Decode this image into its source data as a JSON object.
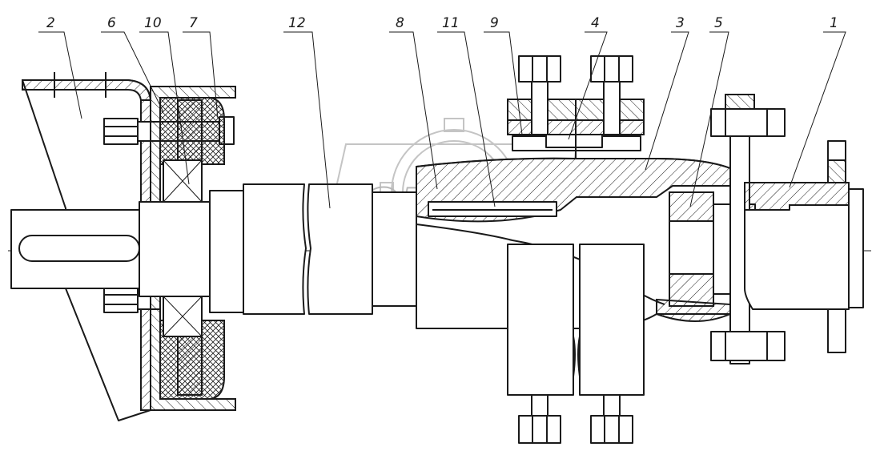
{
  "callouts": [
    {
      "id": "c2",
      "text": "2"
    },
    {
      "id": "c6",
      "text": "6"
    },
    {
      "id": "c10",
      "text": "10"
    },
    {
      "id": "c7",
      "text": "7"
    },
    {
      "id": "c12",
      "text": "12"
    },
    {
      "id": "c8",
      "text": "8"
    },
    {
      "id": "c11",
      "text": "11"
    },
    {
      "id": "c9",
      "text": "9"
    },
    {
      "id": "c4",
      "text": "4"
    },
    {
      "id": "c3",
      "text": "3"
    },
    {
      "id": "c5",
      "text": "5"
    },
    {
      "id": "c1",
      "text": "1"
    }
  ],
  "watermark": {
    "text": "OPEX"
  },
  "colors": {
    "line": "#1a1a1a",
    "watermark": "#b8b8b8",
    "background": "#ffffff"
  }
}
